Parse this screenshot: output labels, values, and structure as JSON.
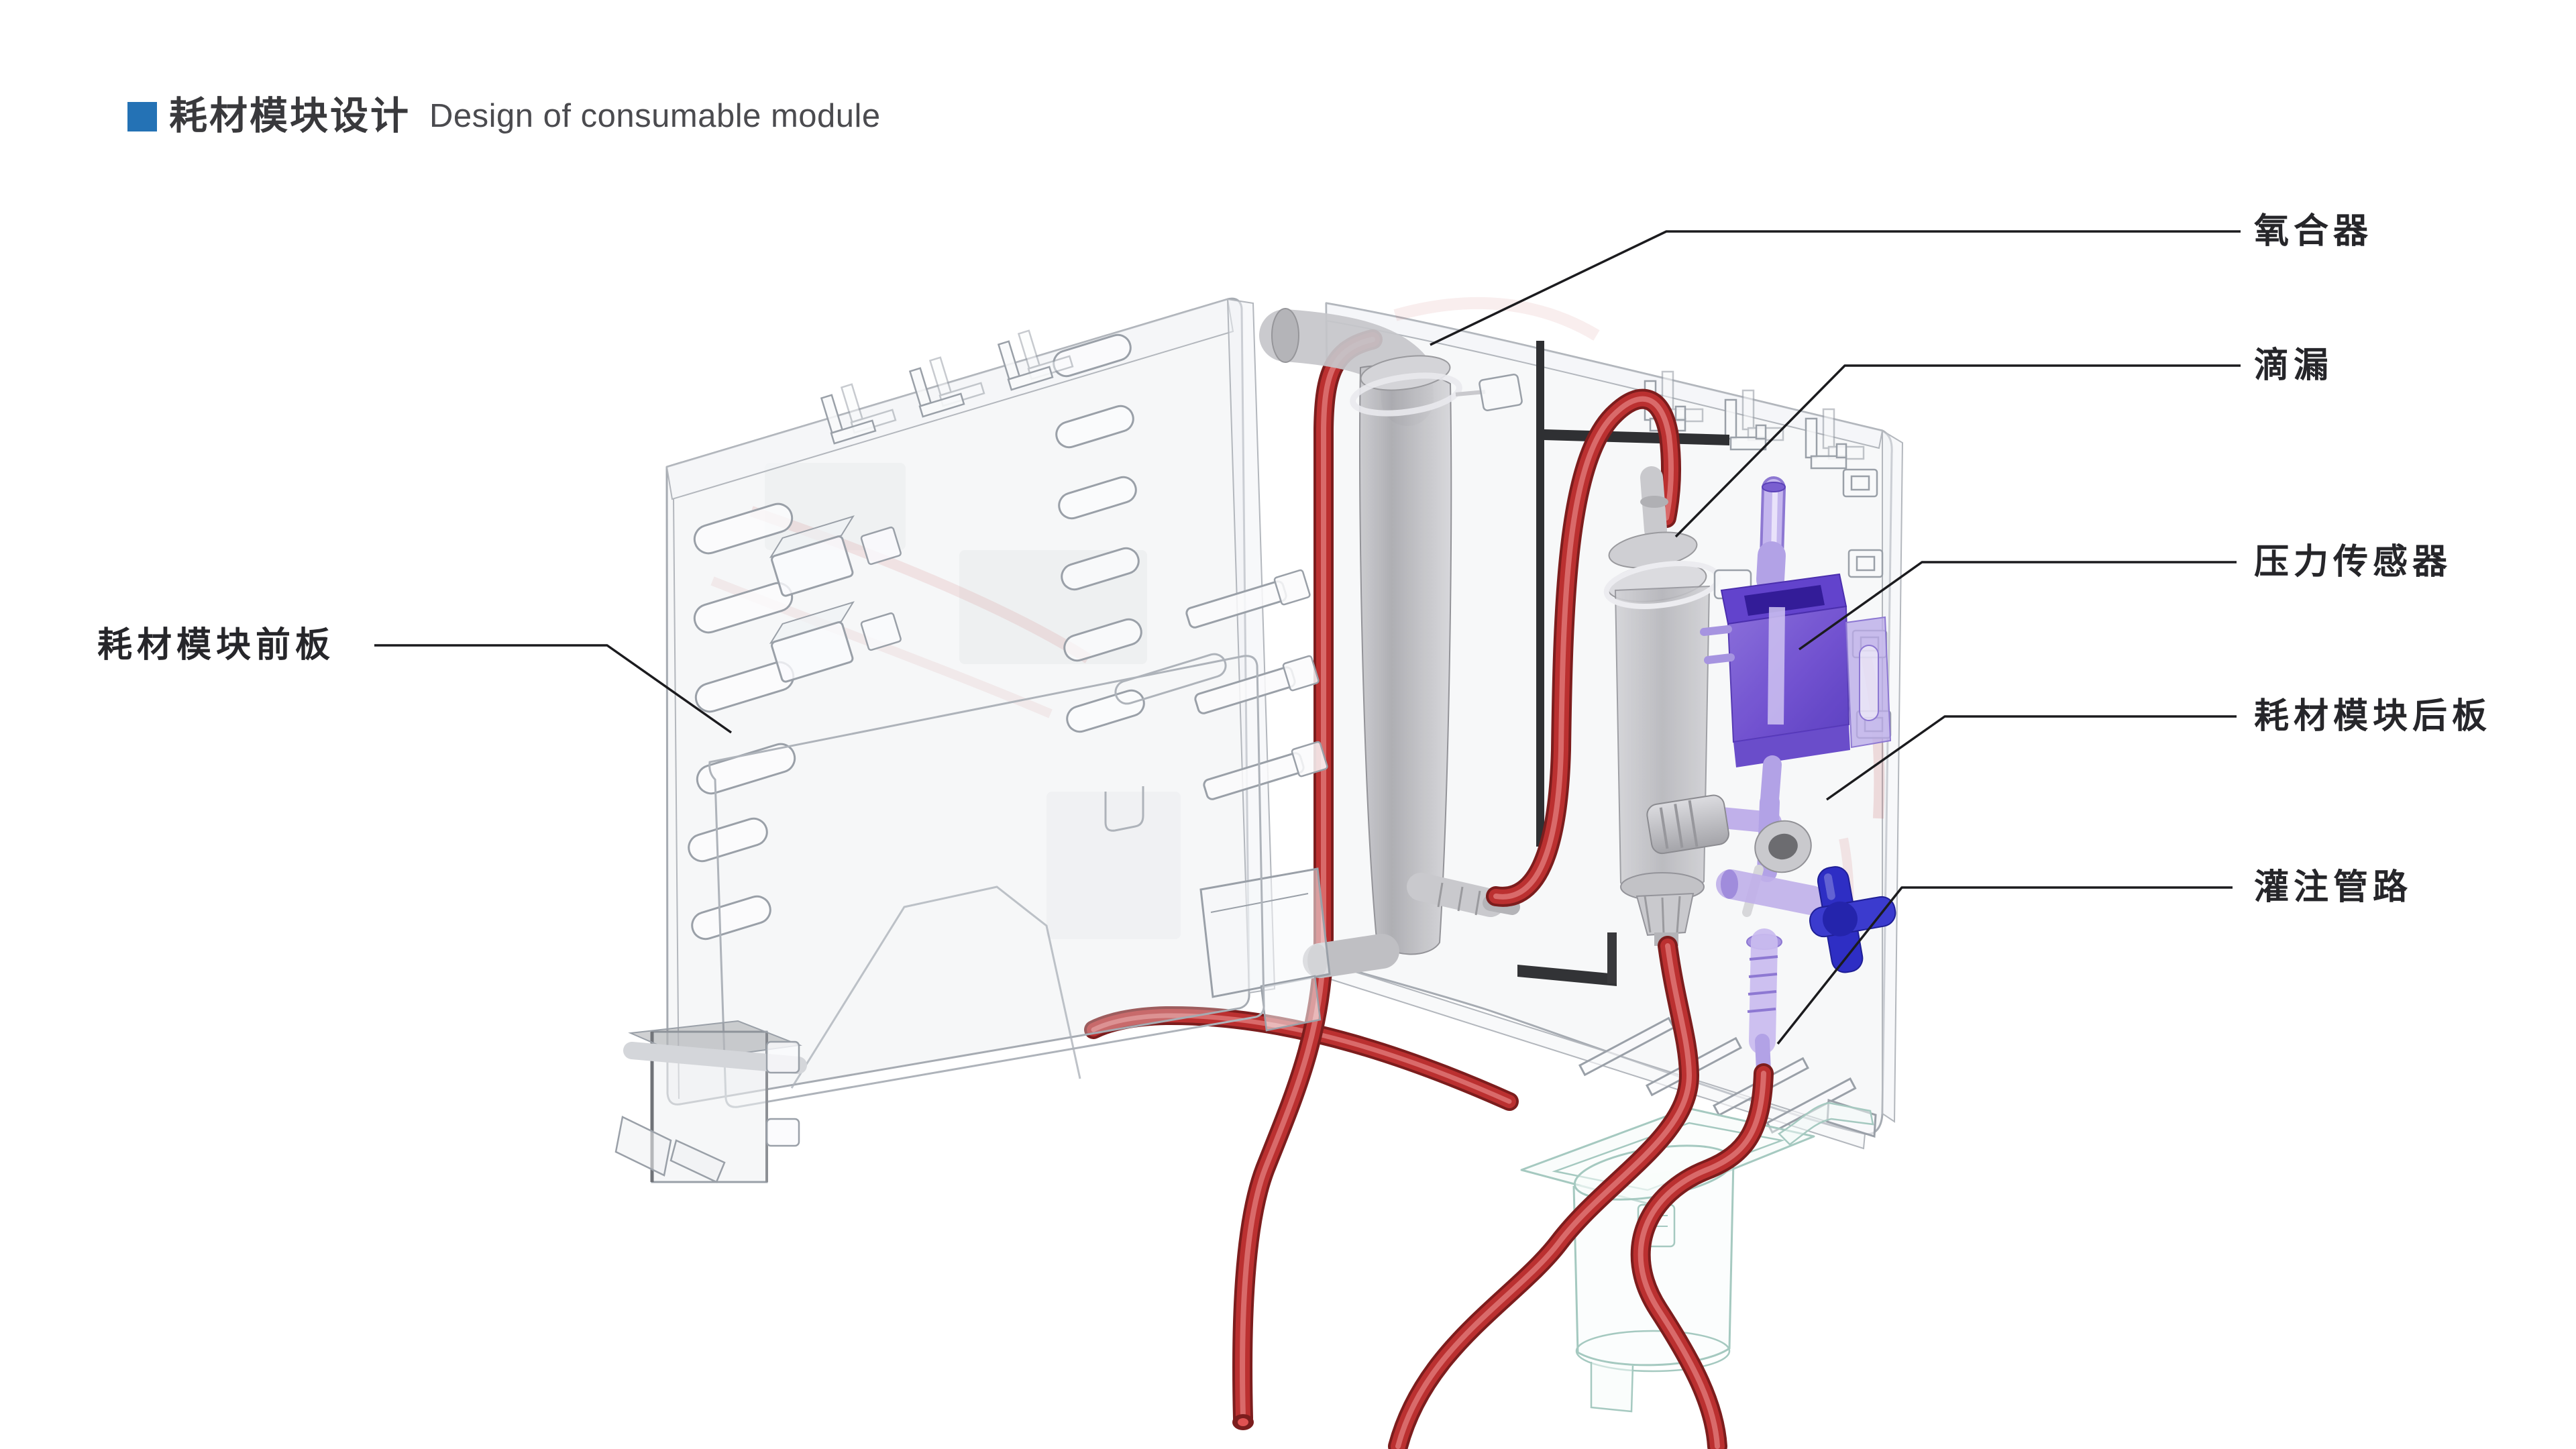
{
  "title": {
    "zh": "耗材模块设计",
    "en": "Design of consumable module",
    "bullet_color": "#2472b5"
  },
  "callouts": {
    "oxygenator": {
      "text": "氧合器"
    },
    "drip_chamber": {
      "text": "滴漏"
    },
    "pressure_sensor": {
      "text": "压力传感器"
    },
    "back_plate": {
      "text": "耗材模块后板"
    },
    "perfusion_line": {
      "text": "灌注管路"
    },
    "front_plate": {
      "text": "耗材模块前板"
    }
  },
  "colors": {
    "accent_blue": "#2472b5",
    "tube_red": "#bb3030",
    "sensor_purple": "#6a48ce",
    "valve_blue": "#2e2ec4",
    "panel_gray": "#a6abb2",
    "label_text": "#26262a"
  }
}
